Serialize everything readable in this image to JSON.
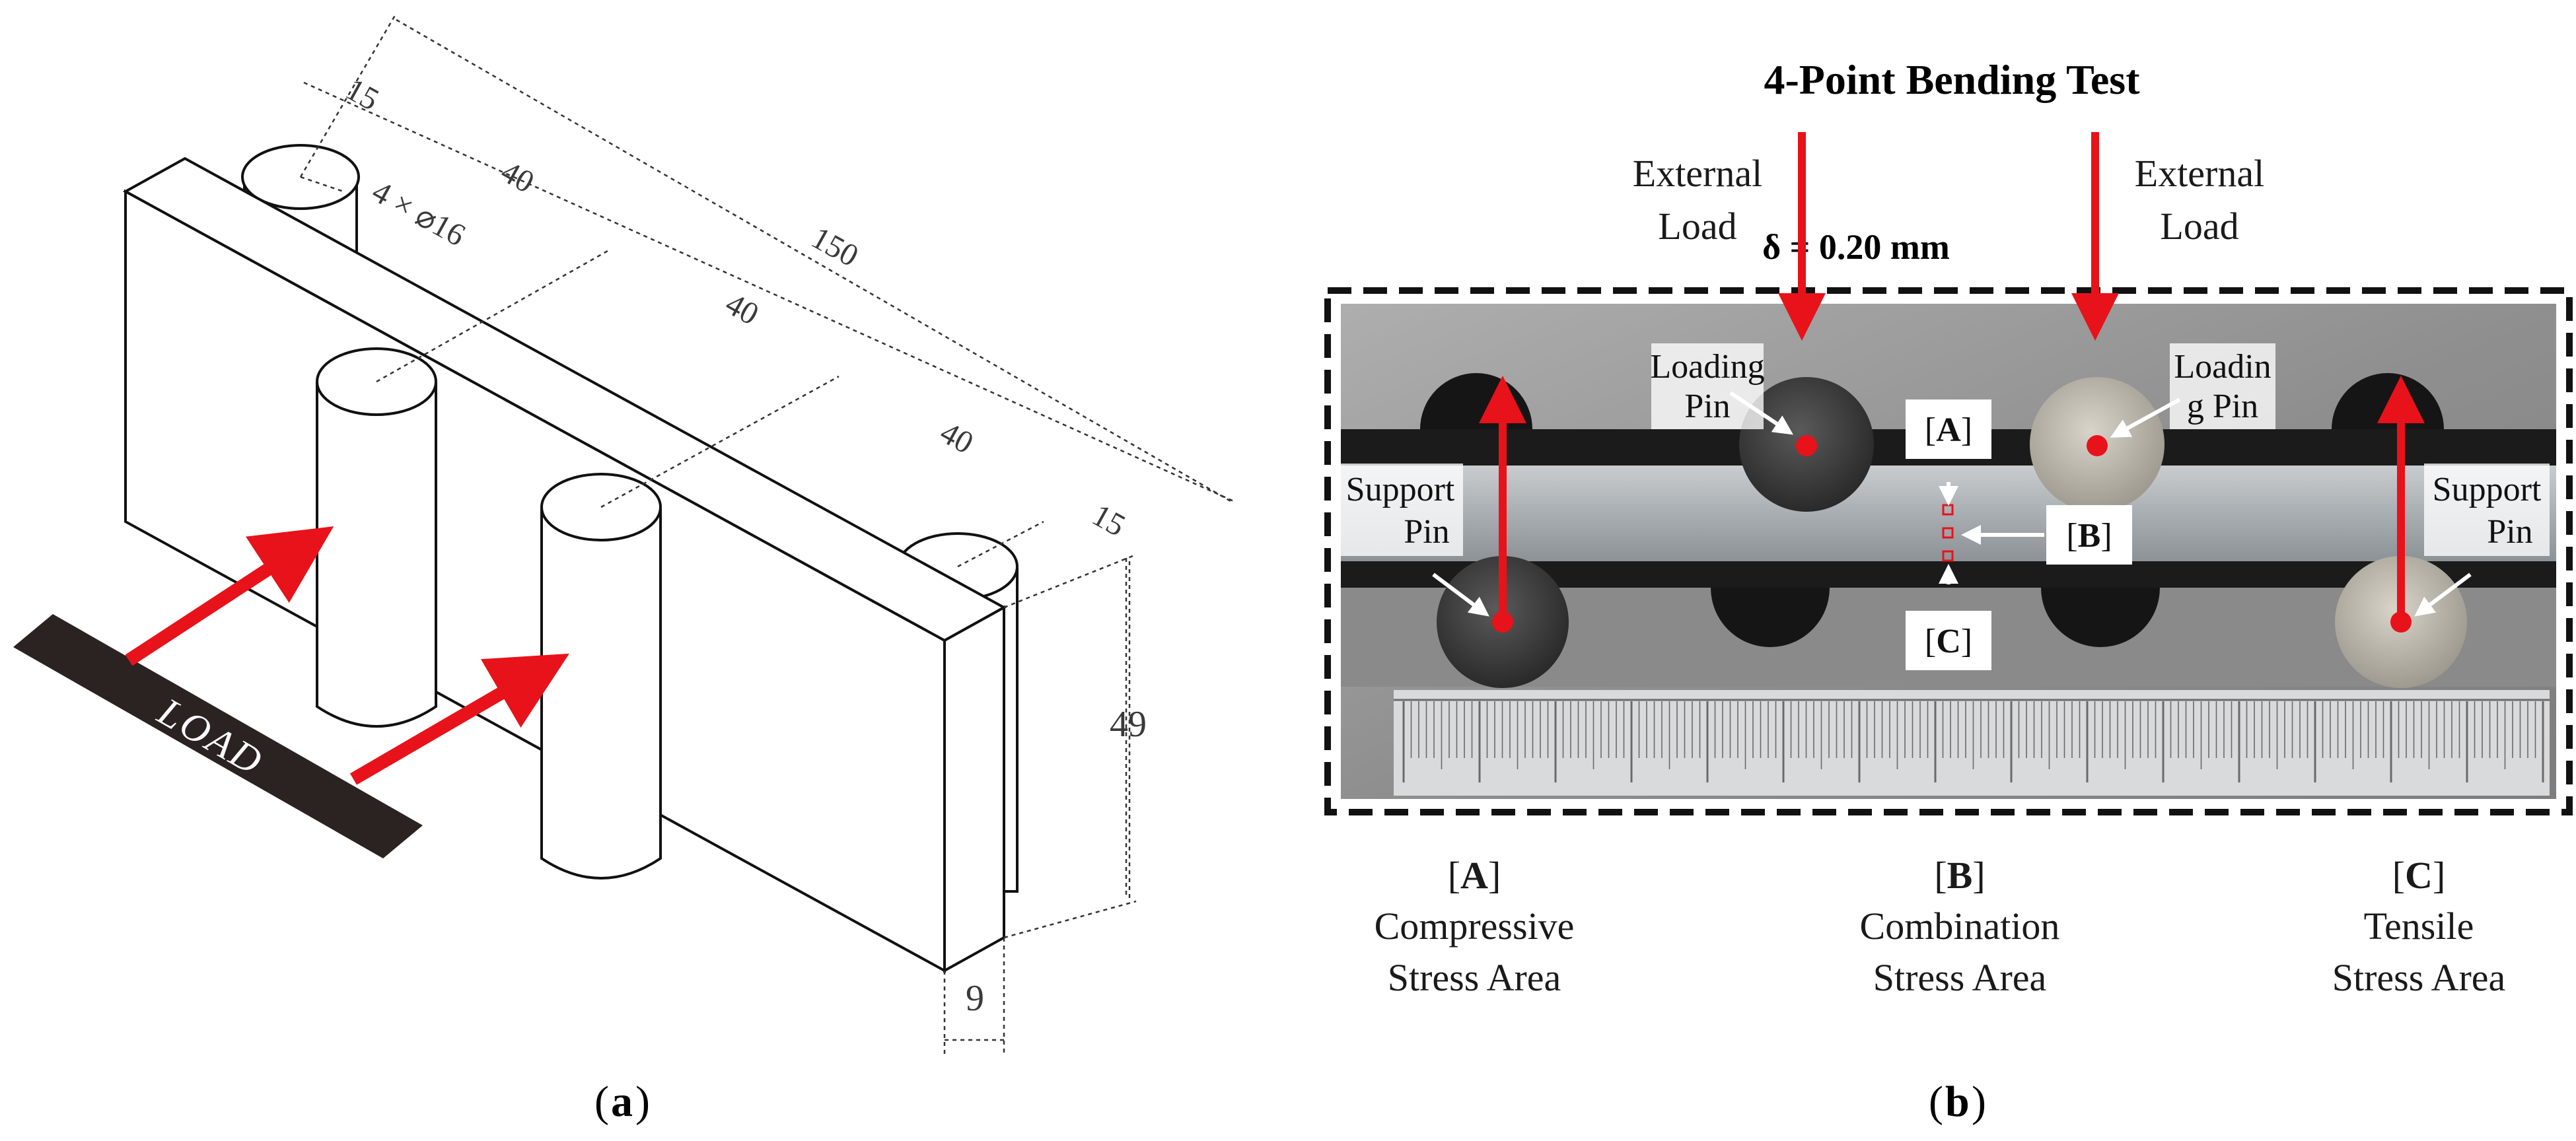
{
  "panel_a": {
    "label": "a",
    "load_text": "LOAD",
    "dimensions": {
      "top_margin": "15",
      "spacing_1": "40",
      "spacing_2": "40",
      "spacing_3": "40",
      "bottom_margin": "15",
      "total_length": "150",
      "pin_spec": "4 × ⌀16",
      "height": "49",
      "thickness": "9"
    }
  },
  "panel_b": {
    "label": "b",
    "title": "4-Point Bending Test",
    "deflection": "δ = 0.20 mm",
    "external_load_left": [
      "External",
      "Load"
    ],
    "external_load_right": [
      "External",
      "Load"
    ],
    "loading_pin_left": [
      "Loading",
      "Pin"
    ],
    "loading_pin_right": [
      "Loadin",
      "g Pin"
    ],
    "support_pin_left": [
      "Support",
      "Pin"
    ],
    "support_pin_right": [
      "Support",
      "Pin"
    ],
    "marker_a": "A",
    "marker_b": "B",
    "marker_c": "C",
    "legend": [
      {
        "key": "A",
        "line1": "Compressive",
        "line2": "Stress Area"
      },
      {
        "key": "B",
        "line1": "Combination",
        "line2": "Stress Area"
      },
      {
        "key": "C",
        "line1": "Tensile",
        "line2": "Stress Area"
      }
    ]
  },
  "colors": {
    "arrow": "#e8121a",
    "load_bar": "#2a2322",
    "line": "#111111"
  }
}
